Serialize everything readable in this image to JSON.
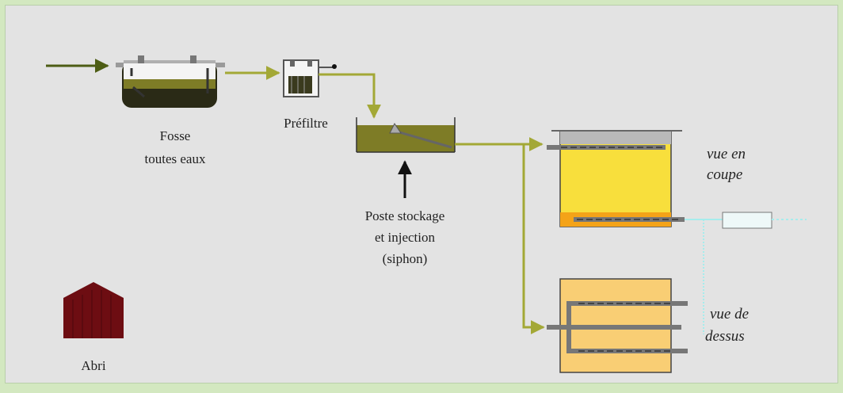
{
  "labels": {
    "fosse_line1": "Fosse",
    "fosse_line2": "toutes eaux",
    "prefiltre": "Préfiltre",
    "poste_line1": "Poste stockage",
    "poste_line2": "et injection",
    "poste_line3": "(siphon)",
    "vue_coupe_line1": "vue en",
    "vue_coupe_line2": "coupe",
    "vue_dessus_line1": "vue de",
    "vue_dessus_line2": "dessus",
    "abri": "Abri"
  },
  "colors": {
    "pipe": "#a3a836",
    "inlet_arrow": "#4d5d14",
    "effluent": "#7e7c26",
    "sand": "#f8df3c",
    "gravel": "#f4a318",
    "top_view_fill": "#f9ce74",
    "outlet": "#a6ecec",
    "shed": "#6d0d12",
    "drain": "#8a8a8a"
  },
  "icons": [
    "inlet-arrow-icon",
    "shed-icon",
    "up-arrow-icon"
  ]
}
